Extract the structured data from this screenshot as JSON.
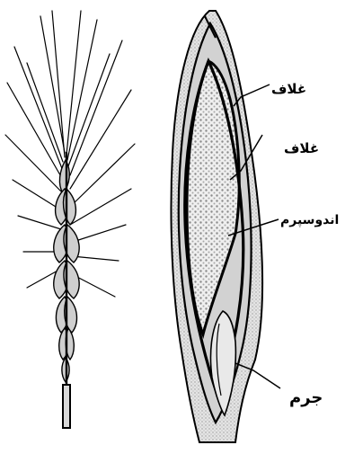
{
  "labels": {
    "husk_outer": "غلاف",
    "husk_inner": "غلاف",
    "endosperm": "اندوسپرم",
    "germ": "جرم"
  },
  "colors": {
    "ink": "#000000",
    "background": "#ffffff",
    "husk_fill": "#d6d6d6",
    "endosperm_fill": "#eeeeee"
  }
}
